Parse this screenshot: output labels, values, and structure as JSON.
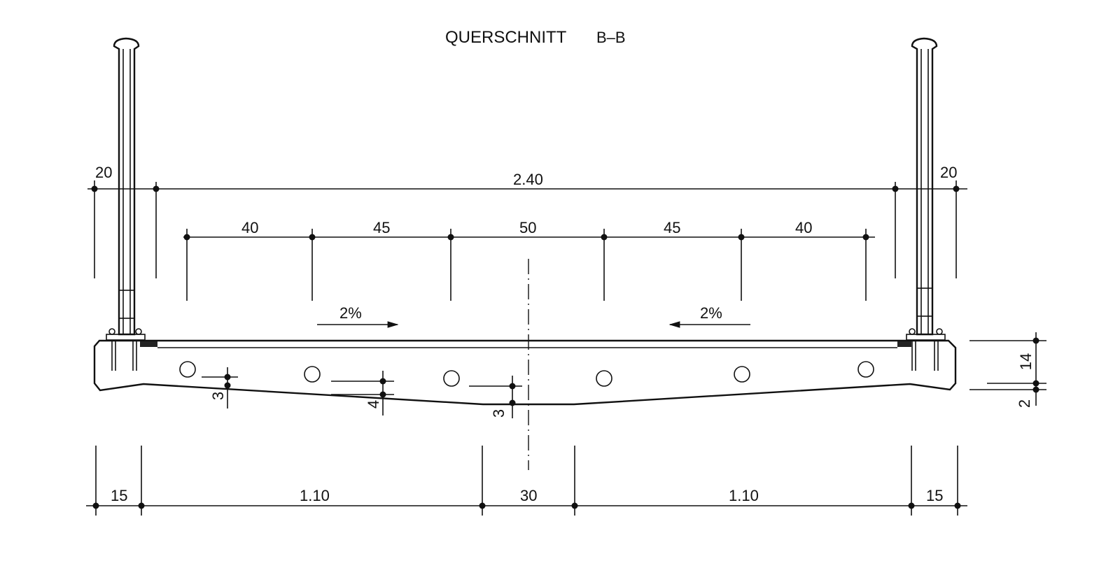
{
  "title": {
    "main": "QUERSCHNITT",
    "section": "B–B"
  },
  "top_dims": {
    "left_edge": "20",
    "total": "2.40",
    "right_edge": "20"
  },
  "lane_dims": [
    "40",
    "45",
    "50",
    "45",
    "40"
  ],
  "slopes": {
    "left": "2%",
    "right": "2%"
  },
  "haunch_dims": [
    "3",
    "4",
    "3"
  ],
  "right_dims": {
    "deck_depth": "14",
    "drip": "2"
  },
  "bottom_dims": [
    "15",
    "1.10",
    "30",
    "1.10",
    "15"
  ]
}
